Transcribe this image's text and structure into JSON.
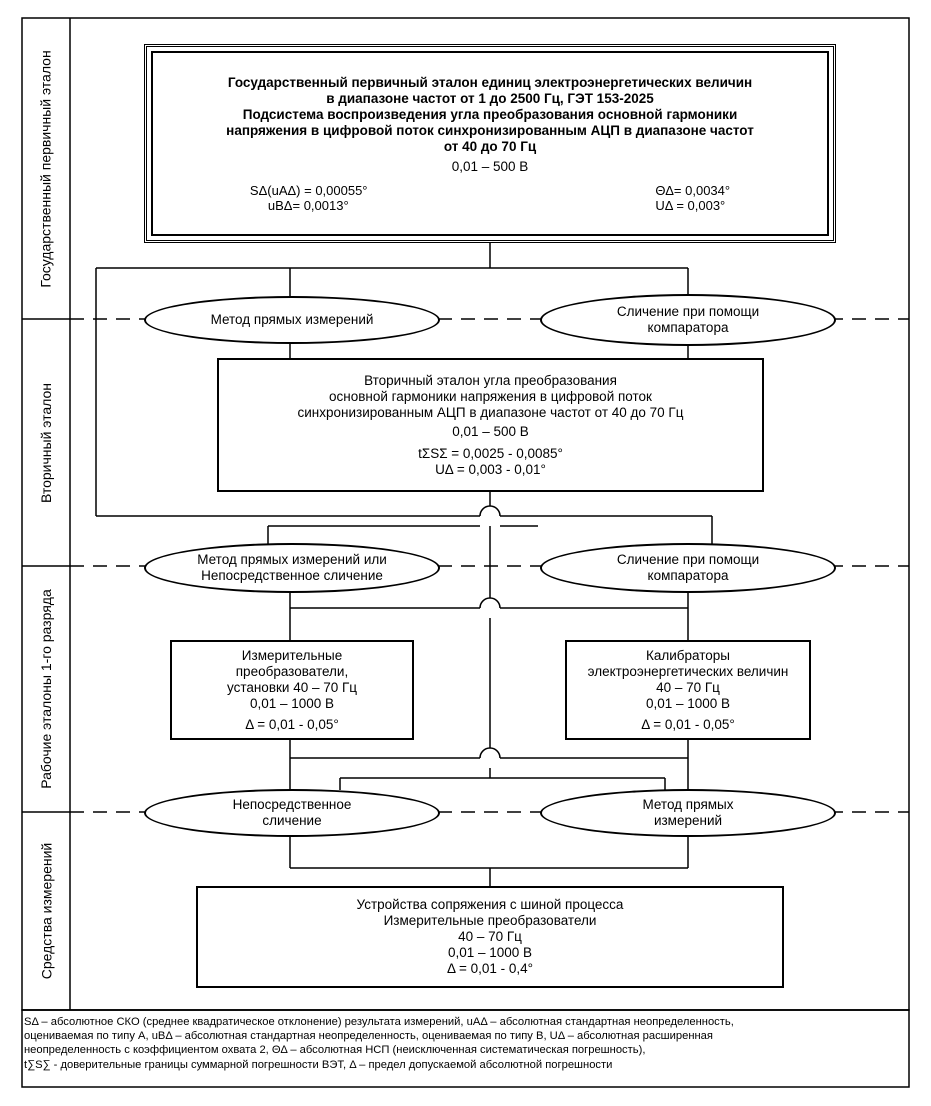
{
  "levels": [
    {
      "label": "Государственный первичный эталон"
    },
    {
      "label": "Вторичный эталон"
    },
    {
      "label": "Рабочие эталоны 1-го разряда"
    },
    {
      "label": "Средства измерений"
    }
  ],
  "primary": {
    "lines": [
      "Государственный первичный эталон единиц электроэнергетических величин",
      "в диапазоне частот от 1 до 2500 Гц, ГЭТ 153-2025",
      "Подсистема воспроизведения угла преобразования основной гармоники",
      "напряжения в цифровой поток синхронизированным АЦП в диапазоне частот",
      "от 40 до 70 Гц"
    ],
    "range": "0,01 – 500 В",
    "stat_s": "SΔ(uAΔ) = 0,00055°",
    "stat_ub": "uBΔ= 0,0013°",
    "stat_theta": "ΘΔ= 0,0034°",
    "stat_u": "UΔ = 0,003°"
  },
  "ellipses": {
    "direct_1": "Метод прямых измерений",
    "compare_1": [
      "Сличение при помощи",
      "компаратора"
    ],
    "direct_2": [
      "Метод прямых измерений или",
      "Непосредственное сличение"
    ],
    "compare_2": [
      "Сличение при помощи",
      "компаратора"
    ],
    "direct_3": [
      "Непосредственное",
      "сличение"
    ],
    "method_3": [
      "Метод прямых",
      "измерений"
    ]
  },
  "secondary": {
    "lines": [
      "Вторичный эталон угла преобразования",
      "основной гармоники напряжения в цифровой поток",
      "синхронизированным АЦП в диапазоне частот от 40 до 70 Гц"
    ],
    "range": "0,01 – 500 В",
    "stat_t": "tΣSΣ = 0,0025 - 0,0085°",
    "stat_u": "UΔ = 0,003 - 0,01°"
  },
  "working_left": {
    "lines": [
      "Измерительные",
      "преобразователи,",
      "установки 40 – 70 Гц",
      "0,01 – 1000 В"
    ],
    "delta": "Δ = 0,01 - 0,05°"
  },
  "working_right": {
    "lines": [
      "Калибраторы",
      "электроэнергетических величин",
      "40 – 70 Гц",
      "0,01 – 1000 В"
    ],
    "delta": "Δ = 0,01 - 0,05°"
  },
  "instruments": {
    "lines": [
      "Устройства сопряжения с шиной процесса",
      "Измерительные преобразователи",
      "40 – 70 Гц",
      "0,01 – 1000 В",
      "Δ = 0,01 - 0,4°"
    ]
  },
  "footnote": [
    "SΔ – абсолютное СКО (среднее квадратическое отклонение) результата измерений, uAΔ – абсолютная стандартная неопределенность,",
    "оцениваемая по типу А, uBΔ – абсолютная стандартная неопределенность, оцениваемая по типу В, UΔ – абсолютная расширенная",
    "неопределенность с коэффициентом охвата 2, ΘΔ – абсолютная НСП (неисключенная систематическая погрешность),",
    "t∑S∑ - доверительные границы суммарной погрешности ВЭТ, Δ – предел допускаемой абсолютной погрешности"
  ]
}
